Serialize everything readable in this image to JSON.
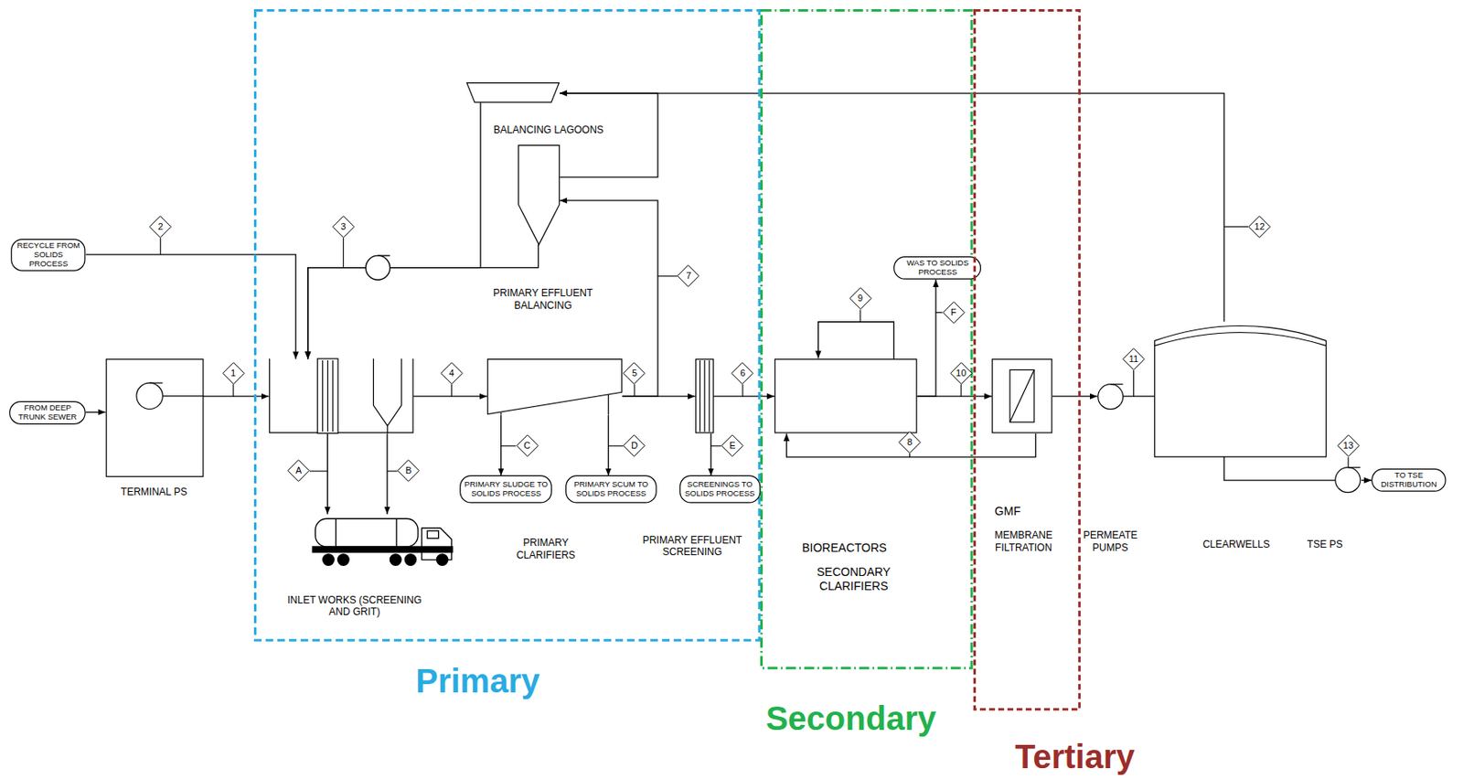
{
  "diagram": {
    "nodes": [
      {
        "text": [
          "FROM DEEP TRUNK SEWER"
        ]
      },
      {
        "text": [
          "TERMINAL PS"
        ]
      },
      {
        "text": [
          "RECYCLE FROM SOLIDS PROCESS"
        ]
      },
      {
        "text": [
          "Primary"
        ]
      },
      {
        "text": [
          "INLET WORKS (SCREENING AND GRIT)"
        ],
        "in": 3
      },
      {
        "text": [
          "BALANCING LAGOONS"
        ],
        "in": 3
      },
      {
        "text": [
          "PRIMARY EFFLUENT BALANCING"
        ],
        "in": 3
      },
      {
        "text": [
          "PRIMARY CLARIFIERS"
        ],
        "in": 3
      },
      {
        "text": [
          "PRIMARY SLUDGE TO SOLIDS PROCESS"
        ],
        "in": 3
      },
      {
        "text": [
          "PRIMARY SCUM TO SOLIDS PROCESS"
        ],
        "in": 3
      },
      {
        "text": [
          "PRIMARY EFFLUENT SCREENING"
        ],
        "in": 3
      },
      {
        "text": [
          "SCREENINGS TO SOLIDS PROCESS"
        ],
        "in": 3
      },
      {
        "text": [
          "Secondary"
        ]
      },
      {
        "text": [
          "BIOREACTORS",
          "SECONDARY CLARIFIERS"
        ],
        "in": 12
      },
      {
        "text": [
          "WAS TO SOLIDS PROCESS"
        ]
      },
      {
        "text": [
          "Tertiary"
        ]
      },
      {
        "text": [
          "GMF",
          "MEMBRANE FILTRATION"
        ],
        "in": 15
      },
      {
        "text": [
          "PERMEATE PUMPS"
        ]
      },
      {
        "text": [
          "CLEARWELLS"
        ]
      },
      {
        "text": [
          "TSE PS"
        ]
      },
      {
        "text": [
          "TO TSE DISTRIBUTION"
        ]
      }
    ],
    "edges": [
      {
        "from": 0,
        "to": 1,
        "arrow": "to"
      },
      {
        "from": 1,
        "to": 4,
        "arrow": "to"
      },
      {
        "from": 2,
        "to": 4,
        "arrow": "to"
      },
      {
        "from": 6,
        "to": 4,
        "arrow": "to"
      },
      {
        "from": 5,
        "to": 4,
        "arrow": "to"
      },
      {
        "from": 4,
        "to": 7,
        "arrow": "to"
      },
      {
        "from": 7,
        "to": 8,
        "arrow": "to"
      },
      {
        "from": 7,
        "to": 9,
        "arrow": "to"
      },
      {
        "from": 7,
        "to": 10,
        "arrow": "to"
      },
      {
        "from": 7,
        "to": 6,
        "arrow": "to"
      },
      {
        "from": 6,
        "to": 5,
        "arrow": "to"
      },
      {
        "from": 10,
        "to": 11,
        "arrow": "to"
      },
      {
        "from": 10,
        "to": 13,
        "arrow": "to"
      },
      {
        "from": 13,
        "to": 16,
        "arrow": "to"
      },
      {
        "from": 13,
        "to": 14,
        "arrow": "to"
      },
      {
        "from": 16,
        "to": 13,
        "arrow": "to"
      },
      {
        "from": 16,
        "to": 17,
        "arrow": "to"
      },
      {
        "from": 17,
        "to": 18,
        "arrow": "none"
      },
      {
        "from": 18,
        "to": 5,
        "arrow": "to"
      },
      {
        "from": 18,
        "to": 19,
        "arrow": "none"
      },
      {
        "from": 19,
        "to": 20,
        "arrow": "to"
      }
    ],
    "labels": [
      "1",
      "2",
      "3",
      "4",
      "5",
      "6",
      "7",
      "8",
      "9",
      "10",
      "11",
      "12",
      "13",
      "A",
      "B",
      "C",
      "D",
      "E",
      "F"
    ]
  }
}
